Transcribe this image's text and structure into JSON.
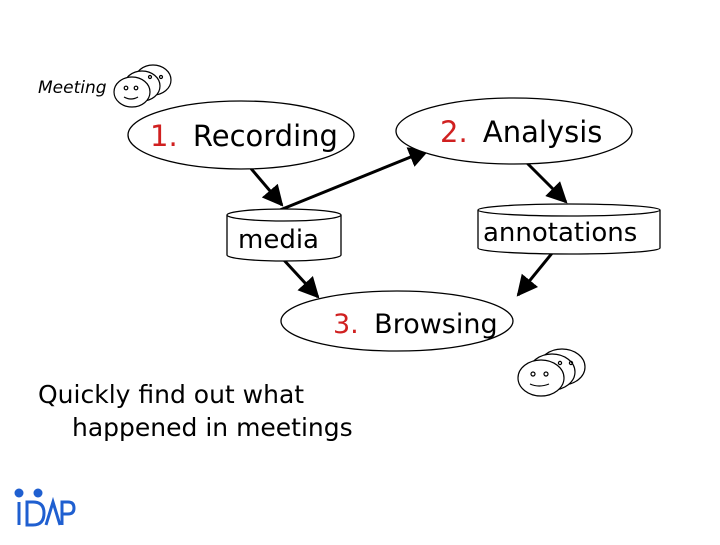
{
  "labels": {
    "meeting": "Meeting",
    "recording_number": "1.",
    "recording_text": "Recording",
    "analysis_number": "2.",
    "analysis_text": "Analysis",
    "media": "media",
    "annotations": "annotations",
    "browsing_number": "3.",
    "browsing_text": "Browsing"
  },
  "caption": {
    "line1": "Quickly find out what",
    "line2": "happened in meetings"
  },
  "logo": {
    "text": "IDIAP"
  },
  "colors": {
    "number": "#d02020",
    "logo_blue": "#1f5fd0",
    "node_outline": "#000000",
    "background": "#ffffff"
  },
  "icons": [
    "face-group-icon",
    "face-group-icon",
    "arrow-icon"
  ]
}
